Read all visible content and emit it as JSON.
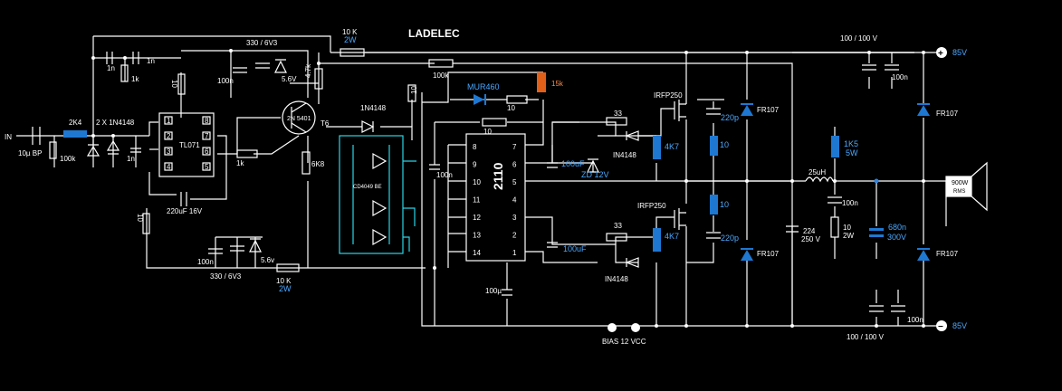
{
  "title": "LADELEC",
  "input_label": "IN",
  "power": {
    "pos_rail": "85V",
    "neg_rail": "85V",
    "pos_cap": "100 / 100 V",
    "neg_cap": "100 / 100 V",
    "bias": "BIAS 12 VCC",
    "plus_sym": "+",
    "minus_sym": "−"
  },
  "components": {
    "c_in": "10µ BP",
    "r_in": "100k",
    "r_2k4": "2K4",
    "diodes_in": "2 X 1N4148",
    "c_1n_a": "1n",
    "c_1n_b": "1n",
    "c_1n_c": "1n",
    "r_1k_a": "1k",
    "c_100n_a": "100n",
    "r_10_a": "10",
    "tl071": "TL071",
    "c_220u": "220uF 16V",
    "r_10_b": "10",
    "r_1k_b": "1k",
    "top_cap": "330 / 6V3",
    "zener_top": "5.6V",
    "r_4k7_top": "4.7k",
    "transistor": "2N 5401",
    "t6": "T6",
    "r_6k8": "6K8",
    "diode_top": "1N4148",
    "cd4049": "CD4049 BE",
    "r_10k_top": "10 K",
    "r_10k_top_w": "2W",
    "r_100k_top": "100k",
    "mur460": "MUR460",
    "r_10_top": "10",
    "r_10_mid": "10",
    "r_10_v": "10",
    "r_15k": "15k",
    "ic2110": "2110",
    "c_100n_ic": "100n",
    "c_100u_ic": "100uF",
    "zd12": "ZD 12V",
    "c_100u_low": "100uF",
    "c_100u_bot": "100µ",
    "bot_c100n": "100n",
    "bot_cap": "330 / 6V3",
    "bot_zener": "5.6v",
    "r_10k_bot": "10 K",
    "r_10k_bot_w": "2W",
    "irfp_top": "IRFP250",
    "irfp_bot": "IRFP250",
    "r33_top": "33",
    "r33_bot": "33",
    "d_in4148_top": "IN4148",
    "d_in4148_bot": "IN4148",
    "r_4k7_a": "4K7",
    "r_4k7_b": "4K7",
    "c_220p_a": "220p",
    "c_220p_b": "220p",
    "r_10_gate_a": "10",
    "r_10_gate_b": "10",
    "fr107_a": "FR107",
    "fr107_b": "FR107",
    "fr107_c": "FR107",
    "fr107_d": "FR107",
    "c_224": "224",
    "c_224_v": "250 V",
    "l_25uh": "25uH",
    "r_1k5": "1K5",
    "r_1k5_w": "5W",
    "c_100n_out": "100n",
    "r_10_out": "10",
    "r_10_out_w": "2W",
    "c_680n": "680n",
    "c_680n_v": "300V",
    "speaker": "900W",
    "speaker_rms": "RMS",
    "c_100n_pos": "100n",
    "c_100n_neg": "100n"
  },
  "ic_pins_left": [
    "1",
    "2",
    "3",
    "4"
  ],
  "ic_pins_right": [
    "8",
    "7",
    "6",
    "5"
  ],
  "ic2110_left": [
    "8",
    "9",
    "10",
    "11",
    "12",
    "13",
    "14"
  ],
  "ic2110_right": [
    "7",
    "6",
    "5",
    "4",
    "3",
    "2",
    "1"
  ],
  "colors": {
    "wire": "#ffffff",
    "accent": "#1e78d2",
    "cyan": "#2ad4e6",
    "resistor_hot": "#e0601a",
    "rail": "#7cdc70"
  }
}
